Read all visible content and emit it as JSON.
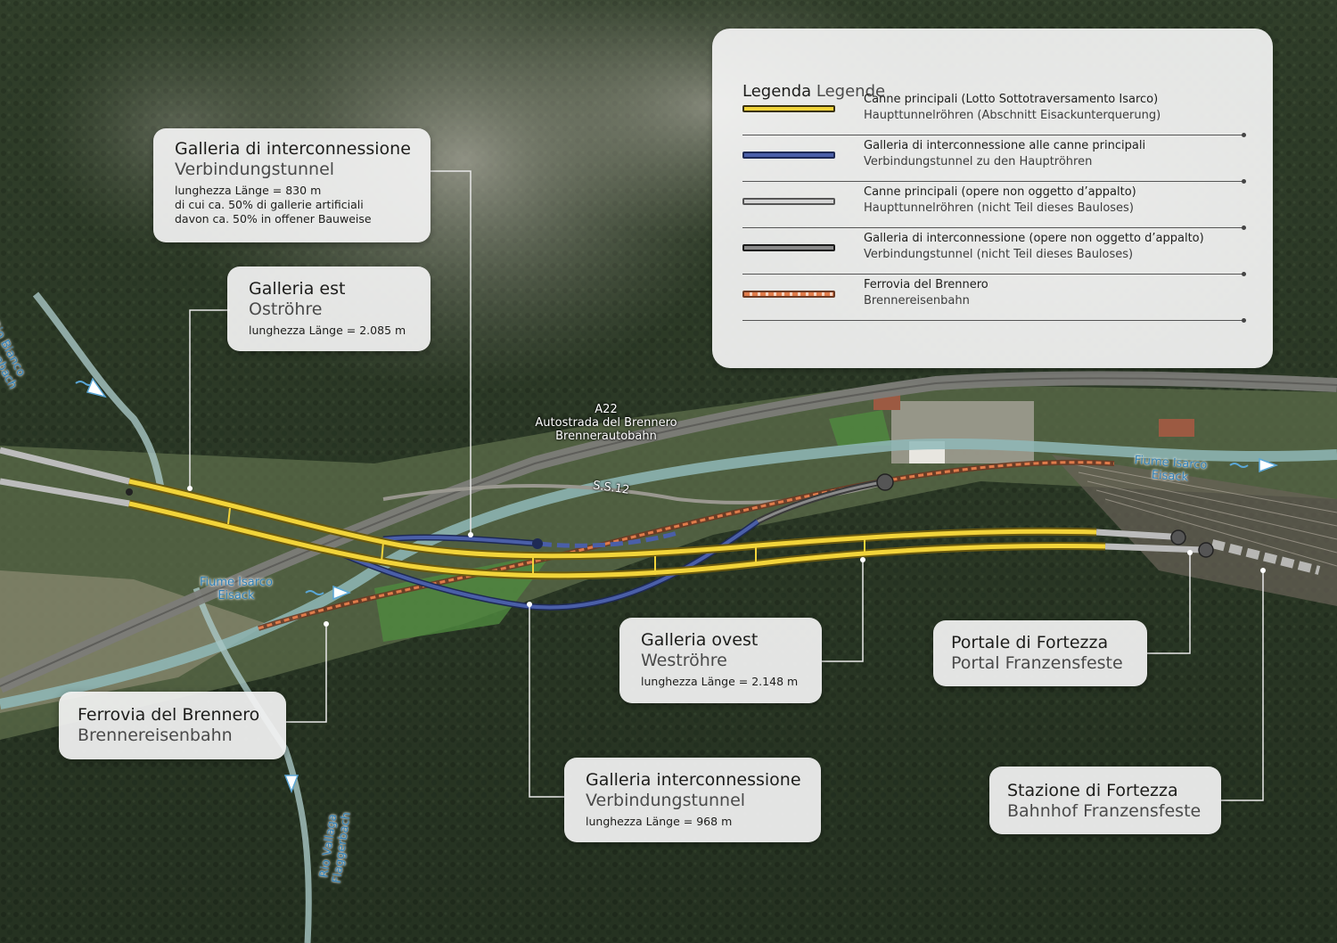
{
  "legend": {
    "title_it": "Legenda",
    "title_de": "Legende",
    "items": [
      {
        "it": "Canne principali (Lotto Sottotraversamento Isarco)",
        "de": "Haupttunnelröhren (Abschnitt Eisackunterquerung)",
        "color": "#f2d43a",
        "style": "solid"
      },
      {
        "it": "Galleria di interconnessione alle canne principali",
        "de": "Verbindungstunnel zu den Hauptröhren",
        "color": "#4a5fa8",
        "style": "solid"
      },
      {
        "it": "Canne principali (opere non oggetto d’appalto)",
        "de": "Haupttunnelröhren (nicht Teil dieses Bauloses)",
        "color": "#c8c8c8",
        "style": "solid"
      },
      {
        "it": "Galleria di interconnessione (opere non oggetto d’appalto)",
        "de": "Verbindungstunnel (nicht Teil dieses Bauloses)",
        "color": "#5a5a5a",
        "style": "solid"
      },
      {
        "it": "Ferrovia del Brennero",
        "de": "Brennereisenbahn",
        "color": "#e07b4a",
        "style": "dashed"
      }
    ]
  },
  "callouts": {
    "interconnection_north": {
      "title_it": "Galleria di interconnessione",
      "title_de": "Verbindungstunnel",
      "length_it": "lunghezza",
      "length_de": "Länge = 830 m",
      "note_it": "di cui ca. 50% di gallerie artificiali",
      "note_de": "davon ca. 50% in offener Bauweise"
    },
    "east_tube": {
      "title_it": "Galleria est",
      "title_de": "Oströhre",
      "length_it": "lunghezza",
      "length_de": "Länge = 2.085 m"
    },
    "west_tube": {
      "title_it": "Galleria ovest",
      "title_de": "Weströhre",
      "length_it": "lunghezza",
      "length_de": "Länge = 2.148 m"
    },
    "interconnection_south": {
      "title_it": "Galleria interconnessione",
      "title_de": "Verbindungstunnel",
      "length_it": "lunghezza",
      "length_de": "Länge = 968 m"
    },
    "brenner_railway": {
      "title_it": "Ferrovia del Brennero",
      "title_de": "Brennereisenbahn"
    },
    "fortezza_portal": {
      "title_it": "Portale di Fortezza",
      "title_de": "Portal Franzensfeste"
    },
    "fortezza_station": {
      "title_it": "Stazione di Fortezza",
      "title_de": "Bahnhof Franzensfeste"
    }
  },
  "map_labels": {
    "a22_line1": "A22",
    "a22_line2": "Autostrada del Brennero",
    "a22_line3": "Brennerautobahn",
    "ss12": "S.S.12",
    "isarco_west_1": "Fiume Isarco",
    "isarco_west_2": "Eisack",
    "isarco_east_1": "Fiume Isarco",
    "isarco_east_2": "Eisack",
    "rio_bianco_1": "Rio Bianco",
    "rio_bianco_2": "Weissenbach",
    "rio_vallaga_1": "Rio Vallaga",
    "rio_vallaga_2": "Flaggerbach"
  }
}
